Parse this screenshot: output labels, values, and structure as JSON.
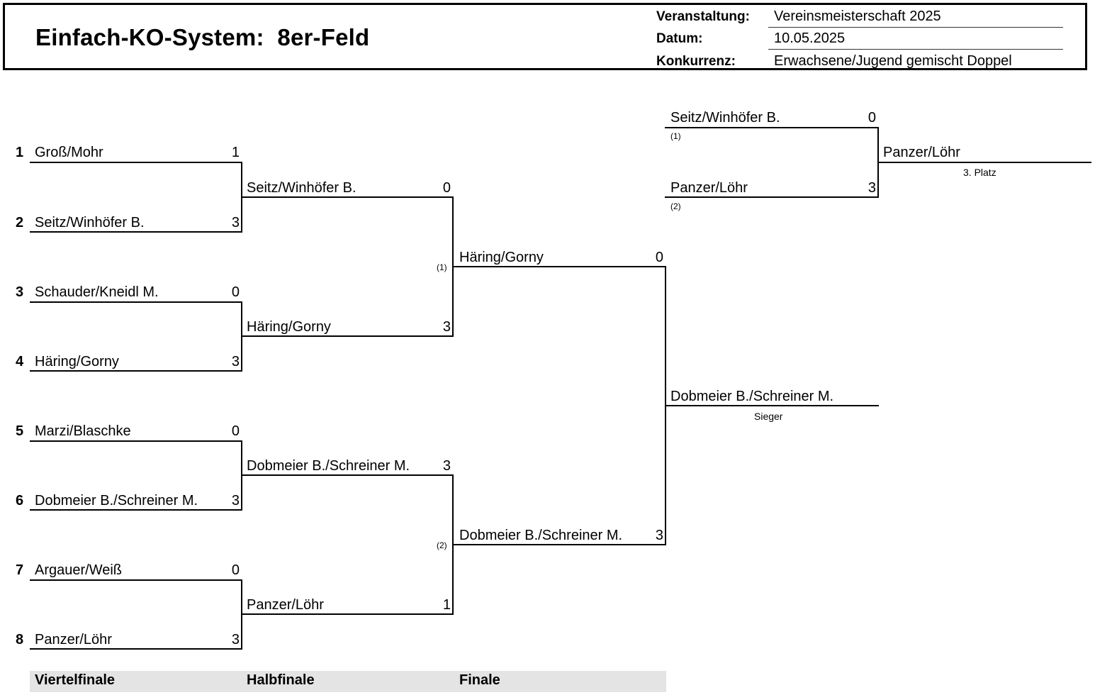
{
  "header": {
    "title": "Einfach-KO-System:  8er-Feld",
    "event_label": "Veranstaltung:",
    "event_value": "Vereinsmeisterschaft 2025",
    "date_label": "Datum:",
    "date_value": "10.05.2025",
    "competition_label": "Konkurrenz:",
    "competition_value": "Erwachsene/Jugend gemischt Doppel"
  },
  "quarterfinal": [
    {
      "seed": "1",
      "name": "Groß/Mohr",
      "score": "1"
    },
    {
      "seed": "2",
      "name": "Seitz/Winhöfer B.",
      "score": "3"
    },
    {
      "seed": "3",
      "name": "Schauder/Kneidl M.",
      "score": "0"
    },
    {
      "seed": "4",
      "name": "Häring/Gorny",
      "score": "3"
    },
    {
      "seed": "5",
      "name": "Marzi/Blaschke",
      "score": "0"
    },
    {
      "seed": "6",
      "name": "Dobmeier B./Schreiner M.",
      "score": "3"
    },
    {
      "seed": "7",
      "name": "Argauer/Weiß",
      "score": "0"
    },
    {
      "seed": "8",
      "name": "Panzer/Löhr",
      "score": "3"
    }
  ],
  "semifinal": [
    {
      "name": "Seitz/Winhöfer B.",
      "score": "0"
    },
    {
      "name": "Häring/Gorny",
      "score": "3"
    },
    {
      "name": "Dobmeier B./Schreiner M.",
      "score": "3"
    },
    {
      "name": "Panzer/Löhr",
      "score": "1"
    }
  ],
  "final": {
    "marker_1": "(1)",
    "marker_2": "(2)",
    "player_1": {
      "name": "Häring/Gorny",
      "score": "0"
    },
    "player_2": {
      "name": "Dobmeier B./Schreiner M.",
      "score": "3"
    },
    "winner": "Dobmeier B./Schreiner M.",
    "winner_label": "Sieger"
  },
  "third_place": {
    "player_1": {
      "name": "Seitz/Winhöfer B.",
      "score": "0",
      "marker": "(1)"
    },
    "player_2": {
      "name": "Panzer/Löhr",
      "score": "3",
      "marker": "(2)"
    },
    "winner": "Panzer/Löhr",
    "label": "3. Platz"
  },
  "footer": {
    "round_1": "Viertelfinale",
    "round_2": "Halbfinale",
    "round_3": "Finale"
  }
}
